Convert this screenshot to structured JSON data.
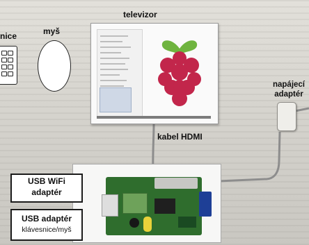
{
  "labels": {
    "tv": "televizor",
    "mouse": "myš",
    "keyboard_partial": "nice",
    "hdmi_cable": "kabel HDMI",
    "power_adapter": [
      "napájecí",
      "adaptér"
    ],
    "usb_wifi": [
      "USB WiFi",
      "adaptér"
    ],
    "usb_adapter": [
      "USB adaptér",
      "klávesnice/myš"
    ]
  },
  "colors": {
    "pcb_green": "#2f6d2d",
    "raspberry_red": "#c2264b",
    "leaf_green": "#6fb43f"
  }
}
